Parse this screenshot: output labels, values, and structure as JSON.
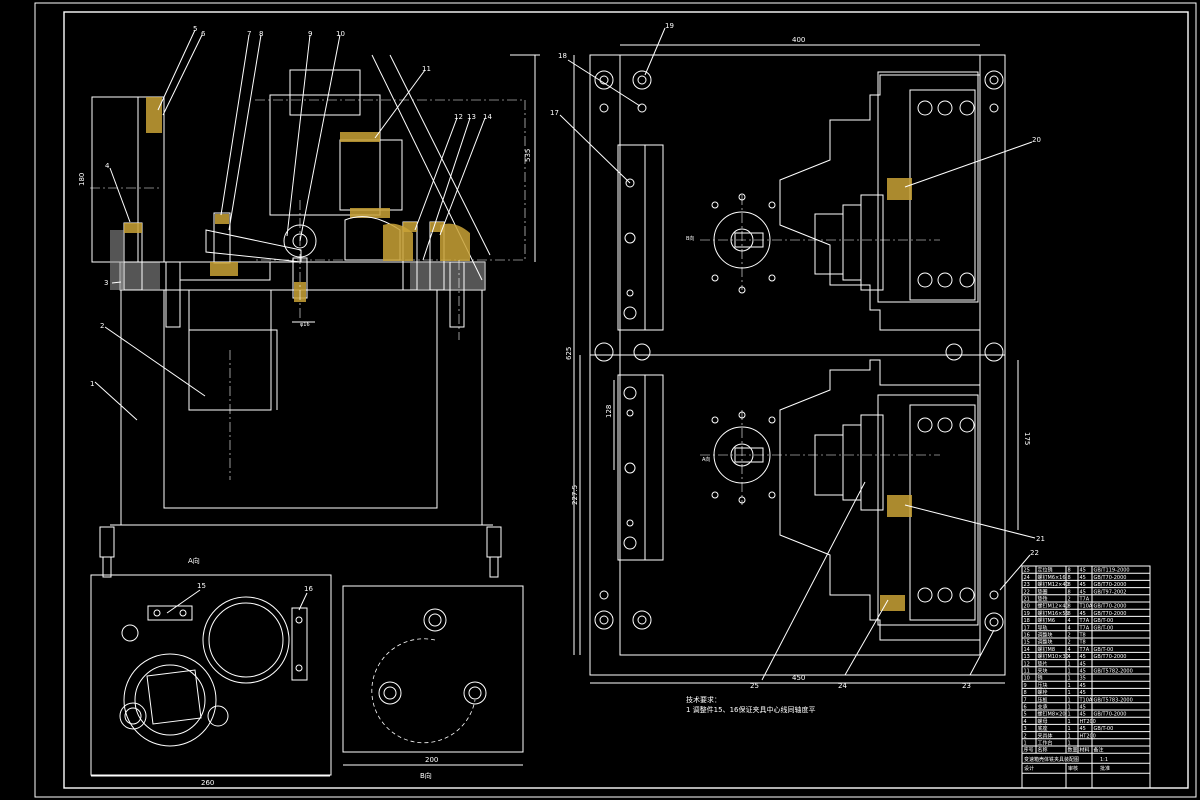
{
  "balloons": {
    "front": [
      "1",
      "2",
      "3",
      "4",
      "5",
      "6",
      "7",
      "8",
      "9",
      "10",
      "11",
      "12",
      "13",
      "14"
    ],
    "plan": [
      "17",
      "18",
      "19",
      "20",
      "21",
      "22",
      "23",
      "24",
      "25"
    ],
    "detail": [
      "15",
      "16"
    ]
  },
  "dimensions": {
    "front_height": "180",
    "front_overall": "535",
    "front_bore": "φ16",
    "plan_top": "400",
    "plan_bottom": "450",
    "plan_left": "625",
    "plan_left_lower": "227.5",
    "plan_right": "175",
    "plan_mid": "128",
    "detail_a_width": "260",
    "detail_b_width": "200"
  },
  "view_labels": {
    "view_a": "A向",
    "view_b": "B向",
    "view_arrow": "B向",
    "arrow_a": "A向"
  },
  "technical_notes": {
    "heading": "技术要求：",
    "line1": "1 调整件15、16保证夹具中心线同轴度平"
  },
  "title_block": {
    "rows": [
      {
        "no": "25",
        "name": "定位销",
        "qty": "8",
        "mat": "45",
        "std": "GB/T119-2000"
      },
      {
        "no": "24",
        "name": "螺钉M6×16",
        "qty": "8",
        "mat": "45",
        "std": "GB/T70-2000"
      },
      {
        "no": "23",
        "name": "螺钉M12×40",
        "qty": "8",
        "mat": "45",
        "std": "GB/T70-2000"
      },
      {
        "no": "22",
        "name": "垫圈",
        "qty": "8",
        "mat": "45",
        "std": "GB/T97-2002"
      },
      {
        "no": "21",
        "name": "垫铁",
        "qty": "2",
        "mat": "T7A",
        "std": ""
      },
      {
        "no": "20",
        "name": "螺钉M12×40",
        "qty": "8",
        "mat": "T10A",
        "std": "GB/T70-2000"
      },
      {
        "no": "19",
        "name": "螺钉M16×55",
        "qty": "8",
        "mat": "45",
        "std": "GB/T70-2000"
      },
      {
        "no": "18",
        "name": "螺钉M6",
        "qty": "4",
        "mat": "T7A",
        "std": "GB/T-00"
      },
      {
        "no": "17",
        "name": "导轨",
        "qty": "4",
        "mat": "T7A",
        "std": "GB/T-00"
      },
      {
        "no": "16",
        "name": "调整块",
        "qty": "2",
        "mat": "T8",
        "std": ""
      },
      {
        "no": "15",
        "name": "调整块",
        "qty": "2",
        "mat": "T8",
        "std": ""
      },
      {
        "no": "14",
        "name": "螺钉M8",
        "qty": "4",
        "mat": "T7A",
        "std": "GB/T-00"
      },
      {
        "no": "13",
        "name": "螺钉M10×30",
        "qty": "4",
        "mat": "45",
        "std": "GB/T70-2000"
      },
      {
        "no": "12",
        "name": "垫片",
        "qty": "1",
        "mat": "45",
        "std": ""
      },
      {
        "no": "11",
        "name": "夹块",
        "qty": "1",
        "mat": "45",
        "std": "GB/T5782-2000"
      },
      {
        "no": "10",
        "name": "销",
        "qty": "1",
        "mat": "35",
        "std": ""
      },
      {
        "no": "9",
        "name": "压块",
        "qty": "1",
        "mat": "45",
        "std": ""
      },
      {
        "no": "8",
        "name": "螺栓",
        "qty": "1",
        "mat": "45",
        "std": ""
      },
      {
        "no": "7",
        "name": "压板",
        "qty": "1",
        "mat": "T10A",
        "std": "GB/T5783-2000"
      },
      {
        "no": "6",
        "name": "支承",
        "qty": "1",
        "mat": "45",
        "std": ""
      },
      {
        "no": "5",
        "name": "螺钉M8×20",
        "qty": "1",
        "mat": "45",
        "std": "GB/T70-2000"
      },
      {
        "no": "4",
        "name": "螺母",
        "qty": "1",
        "mat": "HT200",
        "std": ""
      },
      {
        "no": "3",
        "name": "底座",
        "qty": "1",
        "mat": "45",
        "std": "GB/T-00"
      },
      {
        "no": "2",
        "name": "夹具体",
        "qty": "1",
        "mat": "HT200",
        "std": ""
      },
      {
        "no": "1",
        "name": "工作台",
        "qty": "1",
        "mat": "",
        "std": ""
      }
    ],
    "header": {
      "no": "序号",
      "name": "名称",
      "qty": "数量",
      "mat": "材料",
      "std": "备注"
    },
    "title": "变速箱壳体铣夹具装配图",
    "scale": "1:1",
    "drawn": "设计",
    "checked": "审核",
    "approved": "批准"
  }
}
